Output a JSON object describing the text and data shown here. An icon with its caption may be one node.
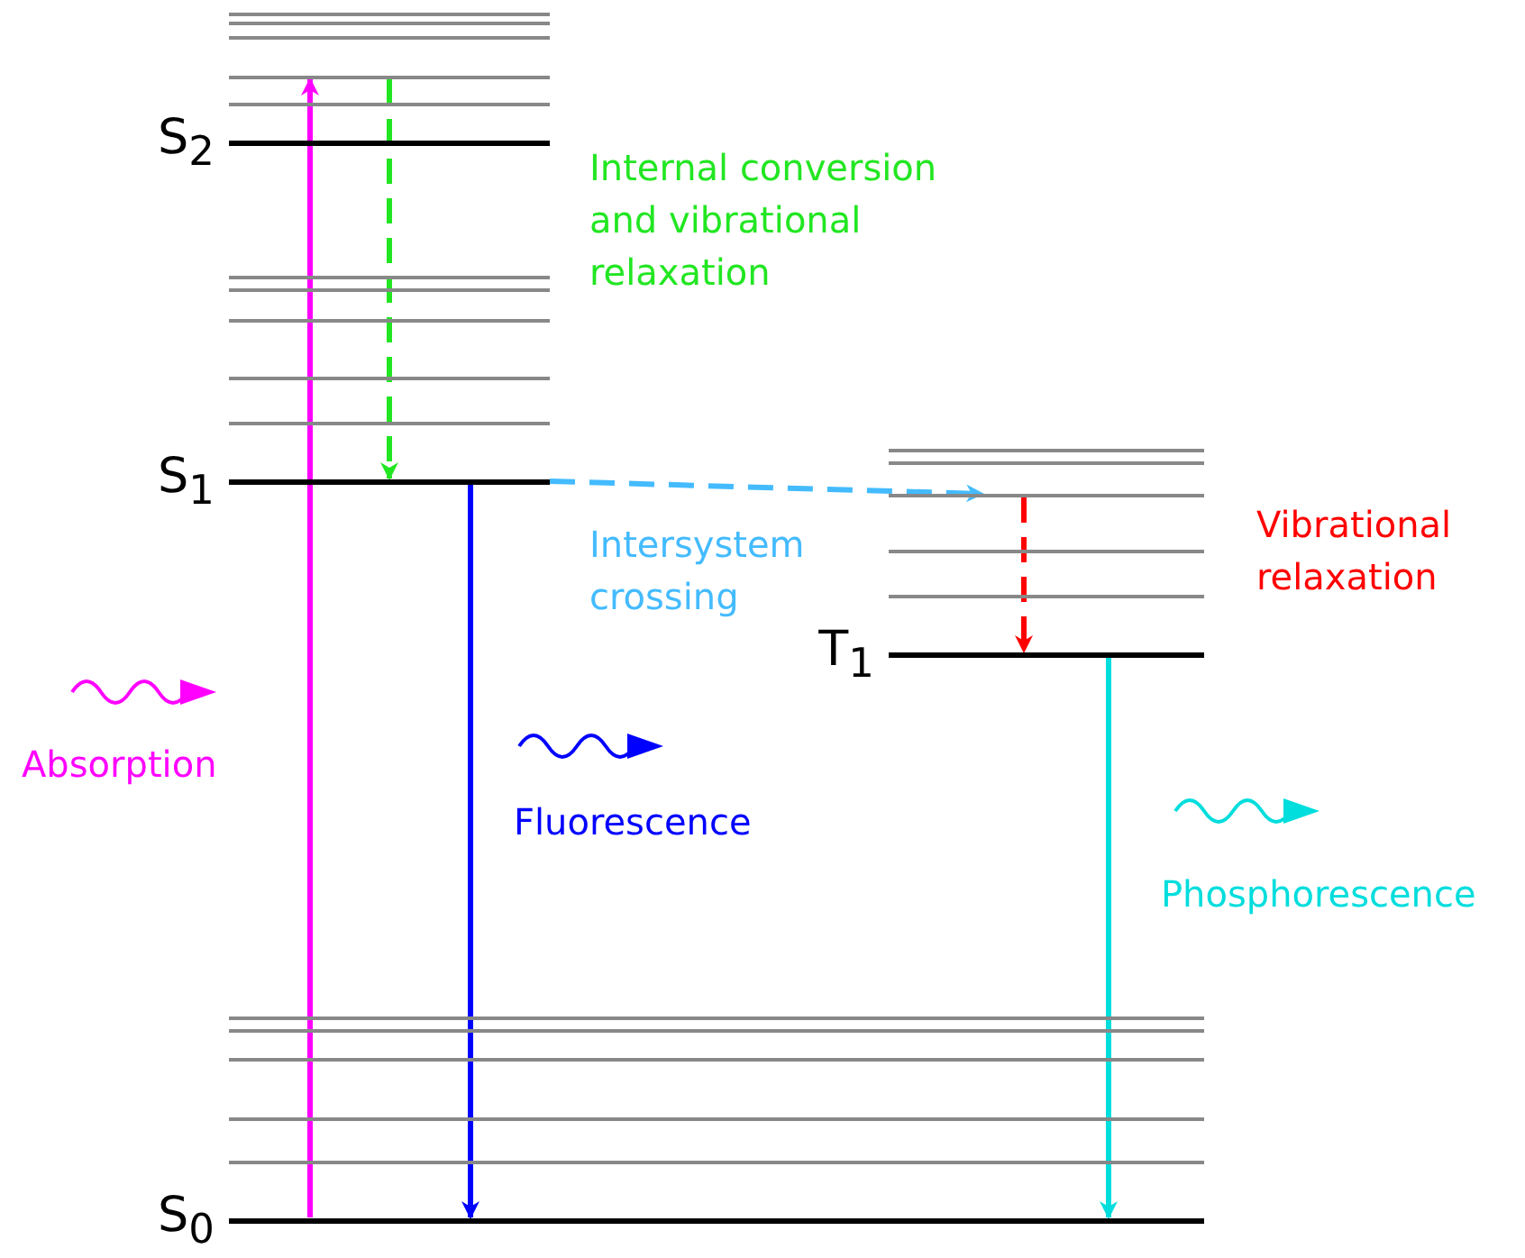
{
  "diagram": {
    "nodes": [
      {
        "text": [
          "S$_{2}$"
        ]
      },
      {
        "text": [
          "S$_{1}$"
        ]
      },
      {
        "text": [
          "T$_{1}$"
        ]
      },
      {
        "text": [
          "S$_{0}$"
        ]
      },
      {
        "text": [],
        "shape": "bar"
      },
      {
        "text": [],
        "shape": "bar"
      }
    ],
    "edges": [
      {
        "from": 3,
        "to": 4,
        "arrow": "to",
        "color": "#ff00ff"
      },
      {
        "from": 4,
        "to": 1,
        "arrow": "to",
        "style": "dashed",
        "color": "#22e622"
      },
      {
        "from": 1,
        "to": 3,
        "arrow": "to",
        "color": "#0000ff"
      },
      {
        "from": 1,
        "to": 5,
        "arrow": "to",
        "style": "dashed",
        "color": "#44bbff"
      },
      {
        "from": 5,
        "to": 2,
        "arrow": "to",
        "style": "dashed",
        "color": "#ff0000"
      },
      {
        "from": 2,
        "to": 3,
        "arrow": "to",
        "color": "#00dddd"
      }
    ],
    "labels": [
      "Internal conversion and vibrational relaxation",
      "Intersystem crossing",
      "Vibrational relaxation",
      "Absorption",
      "Fluorescence",
      "Phosphorescence"
    ]
  }
}
